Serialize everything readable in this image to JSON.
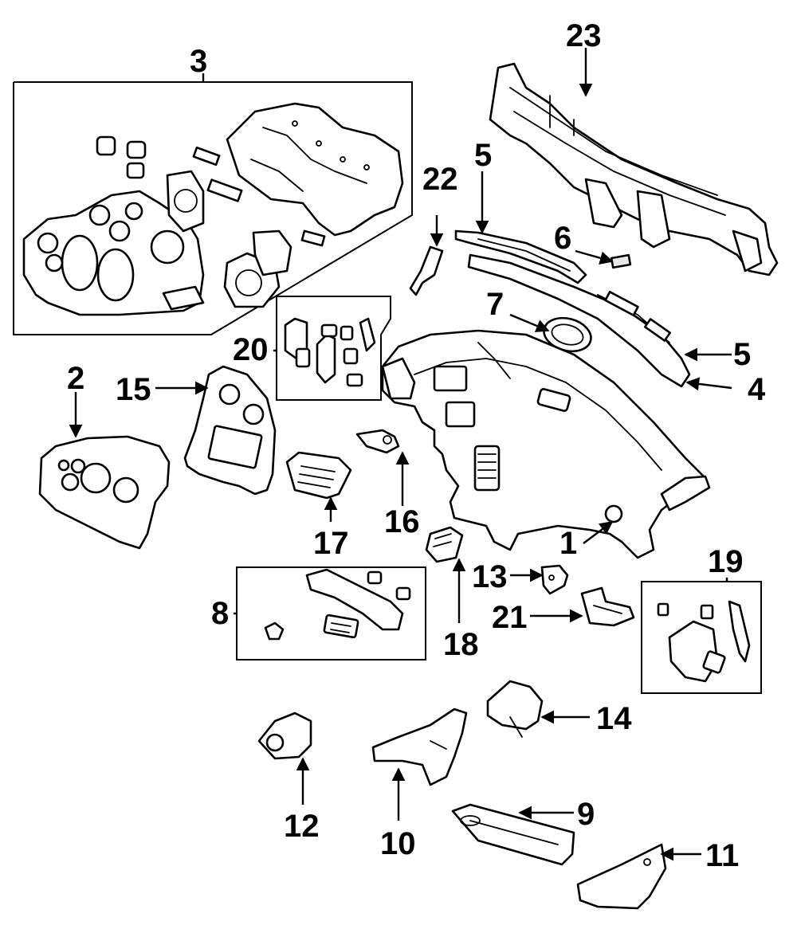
{
  "callouts": {
    "c1": "1",
    "c2": "2",
    "c3": "3",
    "c4": "4",
    "c5a": "5",
    "c5b": "5",
    "c6": "6",
    "c7": "7",
    "c8": "8",
    "c9": "9",
    "c10": "10",
    "c11": "11",
    "c12": "12",
    "c13": "13",
    "c14": "14",
    "c15": "15",
    "c16": "16",
    "c17": "17",
    "c18": "18",
    "c19": "19",
    "c20": "20",
    "c21": "21",
    "c22": "22",
    "c23": "23"
  }
}
